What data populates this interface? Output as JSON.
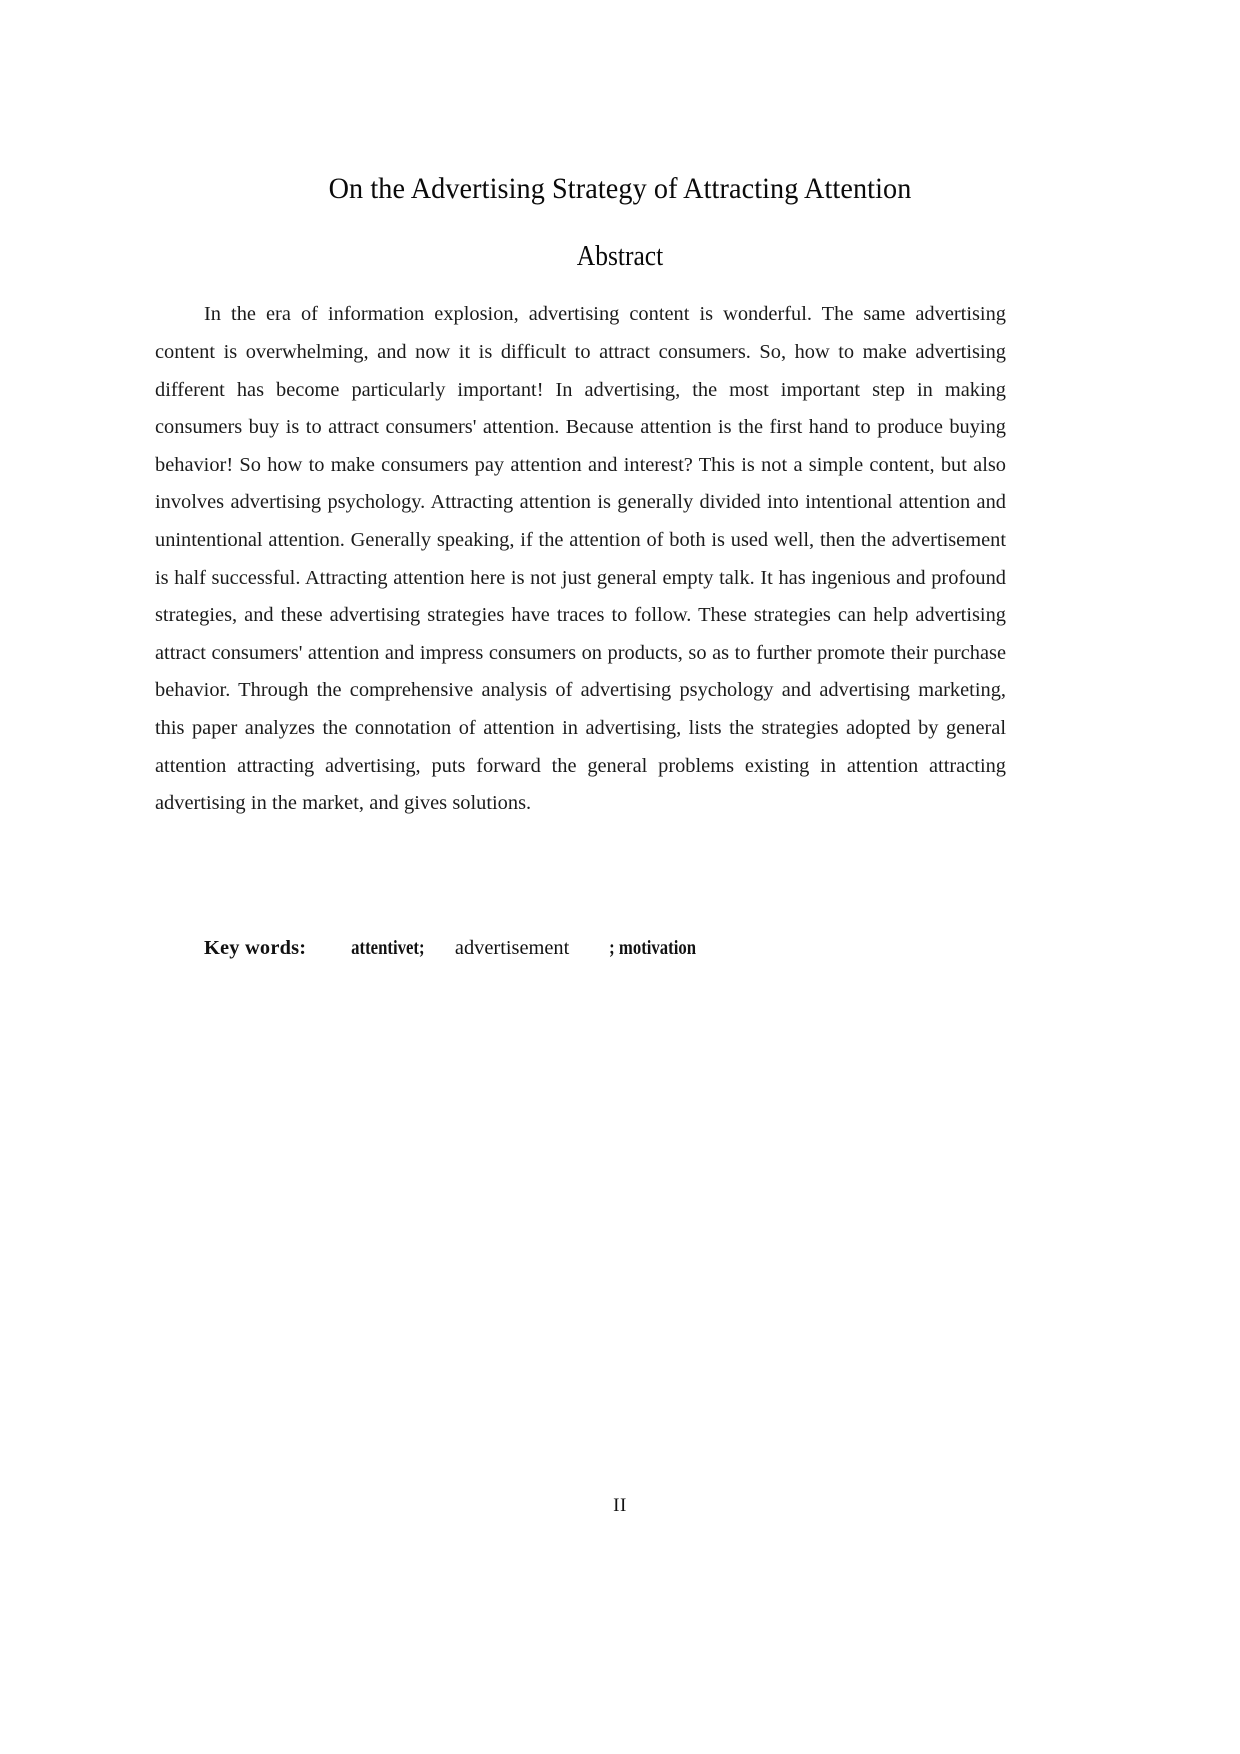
{
  "document": {
    "title": "On the Advertising Strategy of Attracting Attention",
    "abstract_heading": "Abstract",
    "abstract_body": "In the era of information explosion, advertising content is wonderful. The same advertising content is overwhelming, and now it is difficult to attract consumers. So, how to make advertising different has become particularly important! In advertising, the most important step in making consumers buy is to attract consumers' attention. Because attention is the first hand to produce buying behavior! So how to make consumers pay attention and interest? This is not a simple content, but also involves advertising psychology. Attracting attention is generally divided into intentional attention and unintentional attention. Generally speaking, if the attention of both is used well, then the advertisement is half successful. Attracting attention here is not just general empty talk. It has ingenious and profound strategies, and these advertising strategies have traces to follow. These strategies can help advertising attract consumers' attention and impress consumers on products, so as to further promote their purchase behavior. Through the comprehensive analysis of advertising psychology and advertising marketing, this paper analyzes the connotation of attention in advertising, lists the strategies adopted by general attention attracting advertising, puts forward the general problems existing in attention attracting advertising in the market, and gives solutions.",
    "keywords": {
      "label": "Key words:",
      "term_1": "attentivet;",
      "term_2": "advertisement",
      "term_3": "; motivation"
    },
    "page_number": "II"
  }
}
